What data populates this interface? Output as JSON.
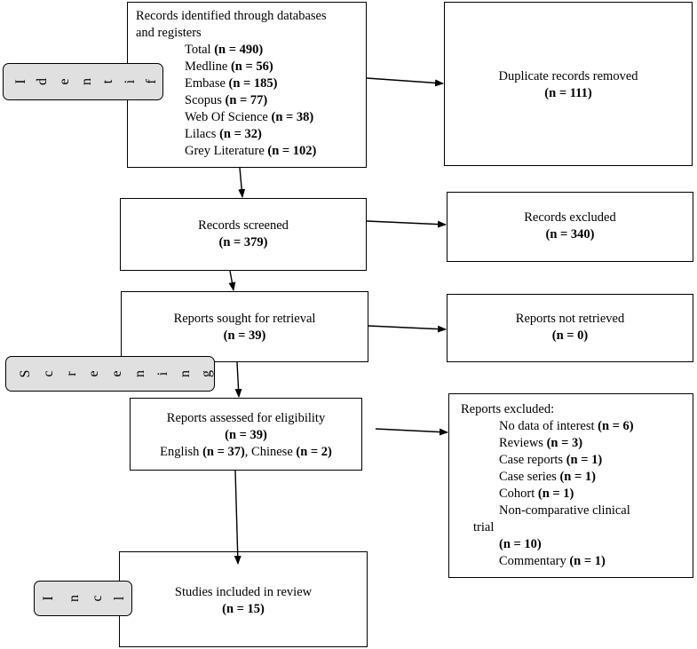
{
  "identification": {
    "title_line1": "Records identified through databases",
    "title_line2": "and registers",
    "rows": [
      {
        "label": "Total ",
        "count": "(n = 490)"
      },
      {
        "label": "Medline ",
        "count": "(n = 56)"
      },
      {
        "label": "Embase ",
        "count": "(n = 185)"
      },
      {
        "label": "Scopus ",
        "count": "(n = 77)"
      },
      {
        "label": "Web Of Science ",
        "count": "(n = 38)"
      },
      {
        "label": "Lilacs ",
        "count": "(n = 32)"
      },
      {
        "label": "Grey Literature ",
        "count": "(n = 102)"
      }
    ]
  },
  "duplicates": {
    "label": "Duplicate records removed",
    "count": "(n = 111)"
  },
  "screened": {
    "label": "Records screened",
    "count": "(n = 379)"
  },
  "excluded": {
    "label": "Records excluded",
    "count": "(n = 340)"
  },
  "sought": {
    "label": "Reports sought for retrieval",
    "count": "(n = 39)"
  },
  "not_retrieved": {
    "label": "Reports not retrieved",
    "count": "(n = 0)"
  },
  "assessed": {
    "label": "Reports assessed for eligibility",
    "count": "(n = 39)",
    "lang_en": "English ",
    "lang_en_count": "(n = 37)",
    "lang_sep": ", ",
    "lang_zh": "Chinese ",
    "lang_zh_count": "(n = 2)"
  },
  "reports_excluded": {
    "title": "Reports excluded:",
    "items": [
      {
        "label": "No data of interest ",
        "count": "(n = 6)"
      },
      {
        "label": "Reviews ",
        "count": "(n = 3)"
      },
      {
        "label": "Case reports ",
        "count": "(n = 1)"
      },
      {
        "label": "Case series ",
        "count": "(n = 1)"
      },
      {
        "label": "Cohort ",
        "count": "(n = 1)"
      }
    ],
    "ncct_line1": "Non-comparative clinical",
    "ncct_line2": "trial",
    "ncct_count": "(n = 10)",
    "commentary_label": "Commentary ",
    "commentary_count": "(n = 1)"
  },
  "included": {
    "label": "Studies included in review",
    "count": "(n = 15)"
  },
  "side_labels": {
    "identification": [
      "I",
      "d",
      "e",
      "n",
      "t",
      "i",
      "f"
    ],
    "screening": [
      "S",
      "c",
      "r",
      "e",
      "e",
      "n",
      "i",
      "n",
      "g"
    ],
    "included": [
      "I",
      "n",
      "c",
      "l"
    ]
  }
}
